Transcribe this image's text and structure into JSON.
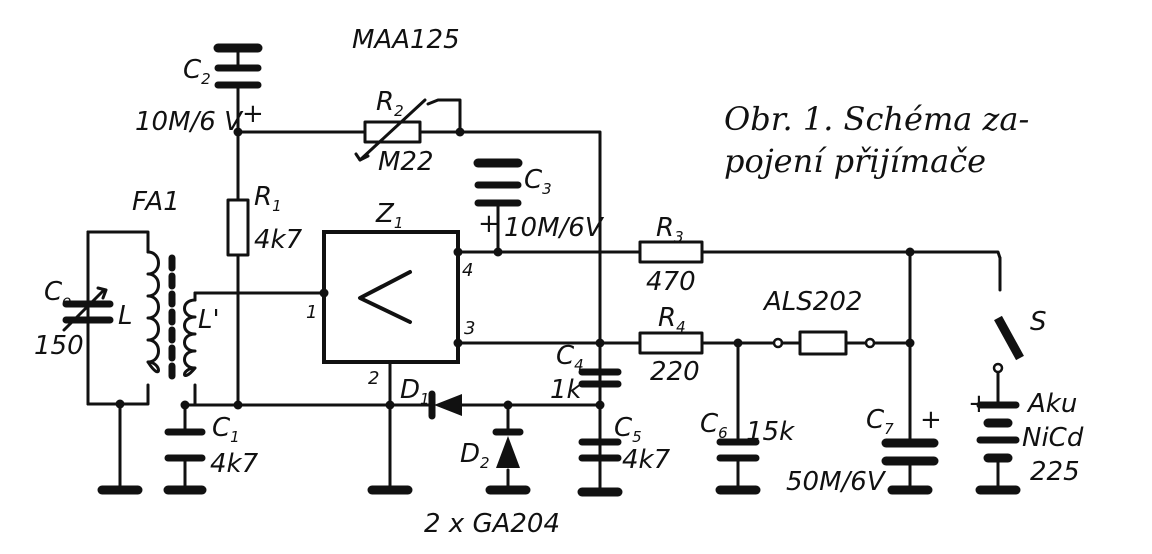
{
  "caption": {
    "line1": "Obr. 1. Schéma za-",
    "line2": "pojení přijímače"
  },
  "chip": {
    "name": "MAA125"
  },
  "coil": {
    "name": "FA1"
  },
  "components": {
    "c0": {
      "ref": "C",
      "sub": "o",
      "value": "150"
    },
    "L": {
      "ref": "L"
    },
    "L2": {
      "ref": "L'"
    },
    "c1": {
      "ref": "C",
      "sub": "1",
      "value": "4k7"
    },
    "c2": {
      "ref": "C",
      "sub": "2",
      "value": "10M/6 V",
      "plus": "+"
    },
    "r1": {
      "ref": "R",
      "sub": "1",
      "value": "4k7"
    },
    "r2": {
      "ref": "R",
      "sub": "2",
      "value": "M22"
    },
    "c3": {
      "ref": "C",
      "sub": "3",
      "value": "10M/6V",
      "plus": "+"
    },
    "z1": {
      "ref": "Z",
      "sub": "1",
      "pin1": "1",
      "pin2": "2",
      "pin3": "3",
      "pin4": "4"
    },
    "r3": {
      "ref": "R",
      "sub": "3",
      "value": "470"
    },
    "r4": {
      "ref": "R",
      "sub": "4",
      "value": "220"
    },
    "c4": {
      "ref": "C",
      "sub": "4",
      "value": "1k"
    },
    "c5": {
      "ref": "C",
      "sub": "5",
      "value": "4k7"
    },
    "c6": {
      "ref": "C",
      "sub": "6",
      "value": "15k"
    },
    "c7": {
      "ref": "C",
      "sub": "7",
      "value": "50M/6V",
      "plus": "+"
    },
    "d1": {
      "ref": "D",
      "sub": "1"
    },
    "d2": {
      "ref": "D",
      "sub": "2"
    },
    "diodes": {
      "value": "2 x GA204"
    },
    "als": {
      "value": "ALS202"
    },
    "switch": {
      "ref": "S"
    },
    "battery": {
      "plus": "+",
      "line1": "Aku",
      "line2": "NiCd",
      "line3": "225"
    }
  }
}
